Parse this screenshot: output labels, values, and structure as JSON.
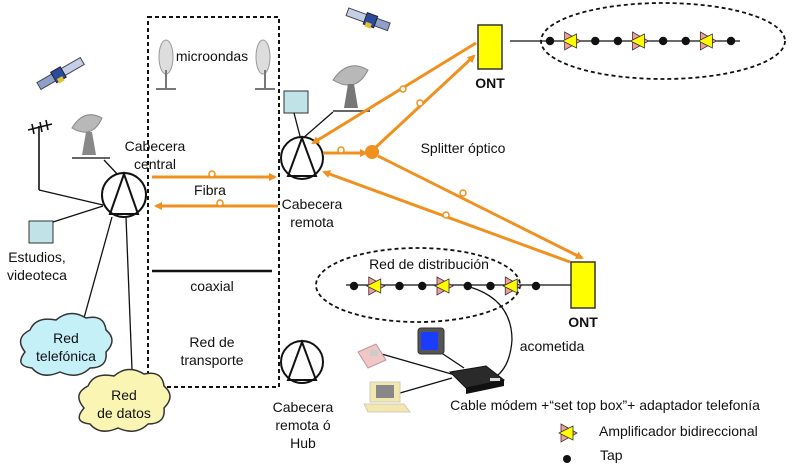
{
  "diagram": {
    "type": "network-architecture",
    "subject": "HFC cable network"
  },
  "labels": {
    "microondas": "microondas",
    "cabecera_central": "Cabecera\ncentral",
    "fibra": "Fibra",
    "coaxial": "coaxial",
    "red_transporte": "Red de\ntransporte",
    "estudios": "Estudios,\nvideoteca",
    "red_telefonica": "Red\ntelefónica",
    "red_datos": "Red\nde datos",
    "cabecera_remota": "Cabecera\nremota",
    "cabecera_hub": "Cabecera\nremota ó\nHub",
    "splitter": "Splitter óptico",
    "ont_top": "ONT",
    "ont_bottom": "ONT",
    "red_distribucion": "Red de distribución",
    "acometida": "acometida",
    "cable_modem": "Cable módem +“set top box”+ adaptador telefonía",
    "antenna_small": "Antenna"
  },
  "legend": {
    "items": [
      {
        "symbol": "bidirectional-amplifier",
        "label": "Amplificador bidireccional"
      },
      {
        "symbol": "tap",
        "label": "Tap"
      }
    ]
  },
  "distribution_chains": {
    "top": [
      "tap",
      "amp",
      "tap",
      "tap",
      "amp",
      "tap",
      "tap",
      "amp",
      "tap"
    ],
    "bottom": [
      "tap",
      "amp",
      "tap",
      "tap",
      "amp",
      "tap",
      "tap",
      "amp",
      "tap"
    ]
  },
  "colors": {
    "fiber": "#f0901e",
    "ont": "#ffff00",
    "studio_box": "#bfe3e6",
    "cloud_phone": "#c6f0f8",
    "cloud_data": "#fbf5b4",
    "amp_fill_a": "#f59b9b",
    "amp_fill_b": "#ffff00"
  }
}
